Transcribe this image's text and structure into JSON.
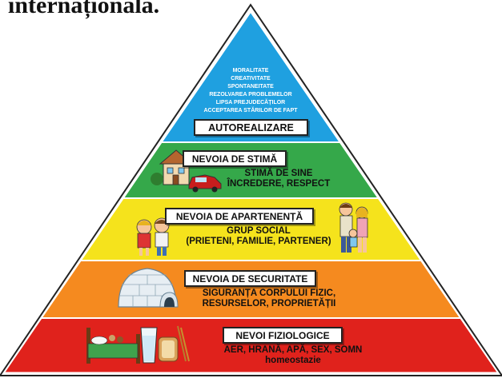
{
  "header": {
    "text": "internațională."
  },
  "pyramid": {
    "colors": {
      "blue": "#1fa0e0",
      "green": "#35a84a",
      "yellow": "#f5e31c",
      "orange": "#f58a1f",
      "red": "#e0221c"
    },
    "tiers": [
      {
        "id": "self-actualization",
        "color": "#1fa0e0",
        "items": [
          "MORALITATE",
          "CREATIVITATE",
          "SPONTANEITATE",
          "REZOLVAREA PROBLEMELOR",
          "LIPSA PREJUDECĂȚILOR",
          "ACCEPTAREA STĂRILOR DE FAPT"
        ],
        "label": "AUTOREALIZARE"
      },
      {
        "id": "esteem",
        "color": "#35a84a",
        "title": "NEVOIA DE STIMĂ",
        "desc_line1": "STIMĂ DE SINE",
        "desc_line2": "ÎNCREDERE, RESPECT",
        "icons": [
          "house-icon",
          "car-icon"
        ]
      },
      {
        "id": "belonging",
        "color": "#f5e31c",
        "title": "NEVOIA DE APARTENENȚĂ",
        "desc_line1": "GRUP SOCIAL",
        "desc_line2": "(PRIETENI, FAMILIE, PARTENER)",
        "icons": [
          "kissing-kids-icon",
          "family-icon"
        ]
      },
      {
        "id": "safety",
        "color": "#f58a1f",
        "title": "NEVOIA DE SECURITATE",
        "desc_line1": "SIGURANȚA CORPULUI FIZIC,",
        "desc_line2": "RESURSELOR, PROPRIETĂȚII",
        "icons": [
          "igloo-icon"
        ]
      },
      {
        "id": "physiological",
        "color": "#e0221c",
        "title": "NEVOI FIZIOLOGICE",
        "desc_line1": "AER, HRANĂ, APĂ, SEX, SOMN",
        "desc_line2": "homeostazie",
        "icons": [
          "bed-icon",
          "glass-of-water-icon",
          "bread-icon"
        ]
      }
    ]
  }
}
